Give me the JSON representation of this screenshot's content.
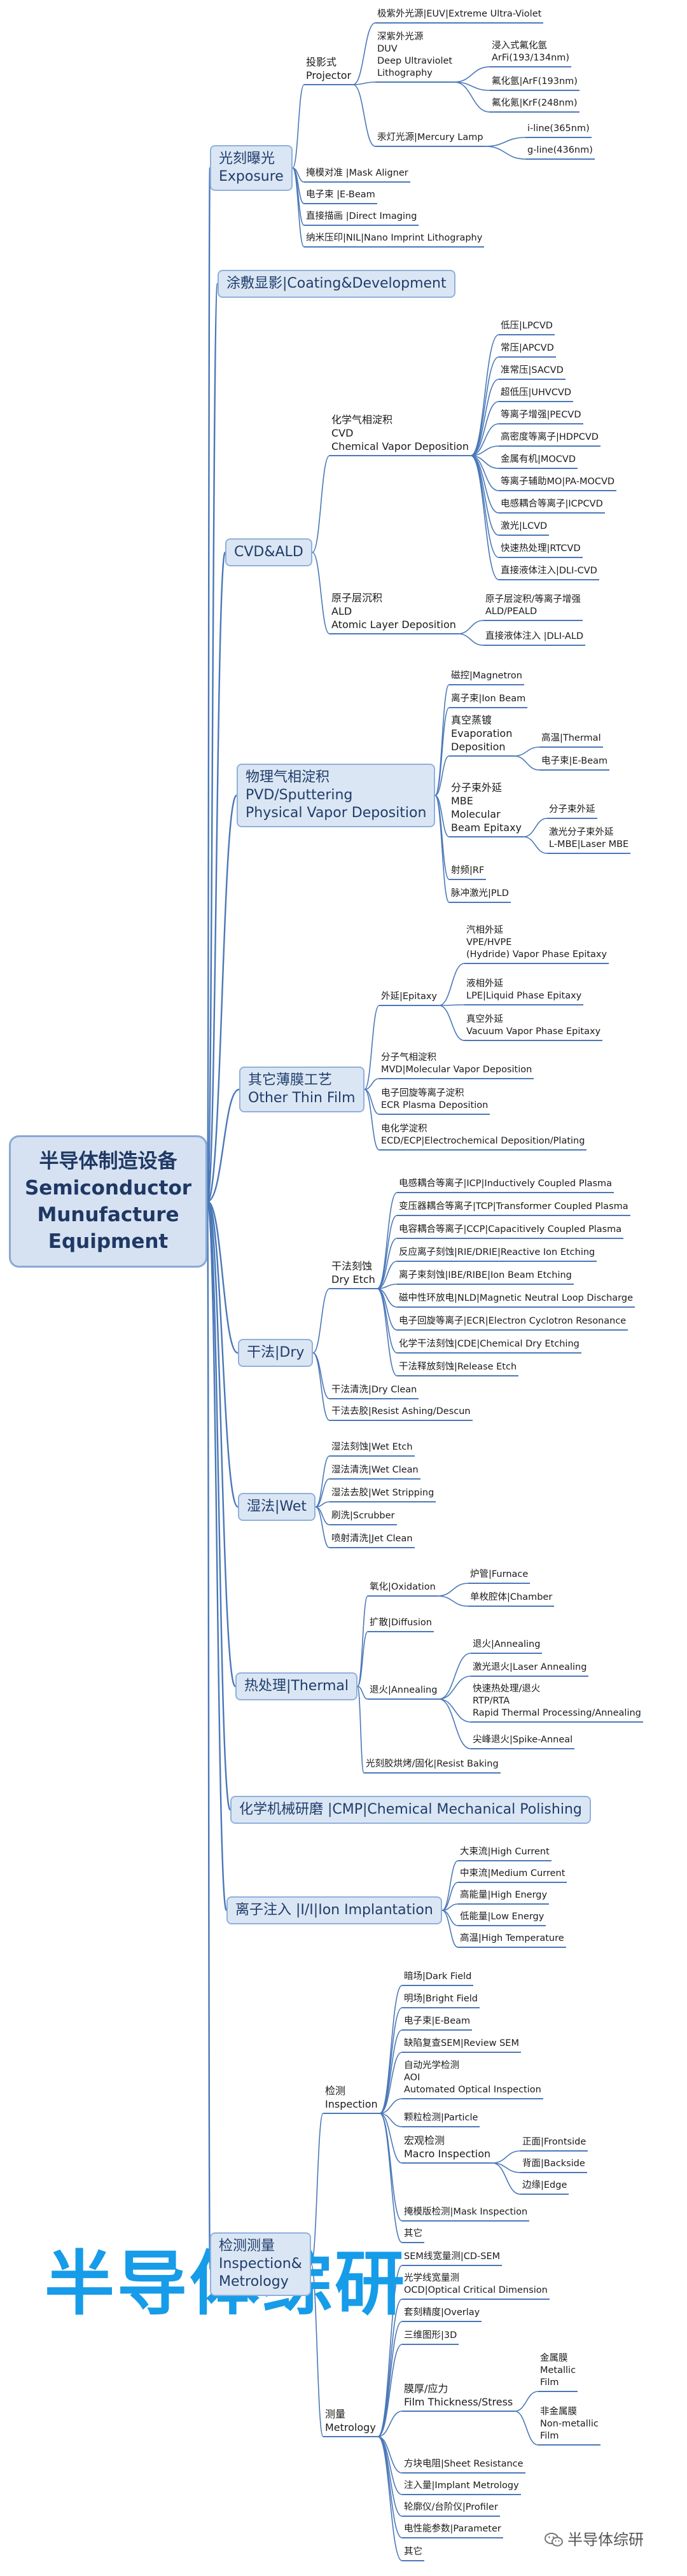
{
  "root": {
    "title": "半导体制造设备\nSemiconductor\nMunufacture\nEquipment"
  },
  "watermark": {
    "text": "半导体综研",
    "brand": "半导体综研"
  },
  "colors": {
    "line": "#4a78b8",
    "root_fill": "#d6e2f2",
    "branch_fill": "#dbe6f4",
    "watermark": "#169ce8"
  },
  "branches": [
    {
      "label": "光刻曝光\nExposure",
      "children": [
        {
          "label": "投影式\nProjector",
          "children": [
            {
              "label": "极紫外光源|EUV|Extreme Ultra-Violet"
            },
            {
              "label": "深紫外光源\nDUV\nDeep Ultraviolet\nLithography",
              "children": [
                {
                  "label": "浸入式氟化氩\nArFi(193/134nm)"
                },
                {
                  "label": "氟化氩|ArF(193nm)"
                },
                {
                  "label": "氟化氪|KrF(248nm)"
                }
              ]
            },
            {
              "label": "汞灯光源|Mercury Lamp",
              "children": [
                {
                  "label": "i-line(365nm)"
                },
                {
                  "label": "g-line(436nm)"
                }
              ]
            }
          ]
        },
        {
          "label": "掩模对准 |Mask Aligner"
        },
        {
          "label": "电子束 |E-Beam"
        },
        {
          "label": "直接描画 |Direct Imaging"
        },
        {
          "label": "纳米压印|NIL|Nano Imprint Lithography"
        }
      ]
    },
    {
      "label": "涂敷显影|Coating&Development"
    },
    {
      "label": "CVD&ALD",
      "children": [
        {
          "label": "化学气相淀积\nCVD\nChemical Vapor Deposition",
          "children": [
            {
              "label": "低压|LPCVD"
            },
            {
              "label": "常压|APCVD"
            },
            {
              "label": "准常压|SACVD"
            },
            {
              "label": "超低压|UHVCVD"
            },
            {
              "label": "等离子增强|PECVD"
            },
            {
              "label": "高密度等离子|HDPCVD"
            },
            {
              "label": "金属有机|MOCVD"
            },
            {
              "label": "等离子辅助MO|PA-MOCVD"
            },
            {
              "label": "电感耦合等离子|ICPCVD"
            },
            {
              "label": "激光|LCVD"
            },
            {
              "label": "快速热处理|RTCVD"
            },
            {
              "label": "直接液体注入|DLI-CVD"
            }
          ]
        },
        {
          "label": "原子层沉积\nALD\nAtomic Layer Deposition",
          "children": [
            {
              "label": "原子层淀积/等离子增强\nALD/PEALD"
            },
            {
              "label": "直接液体注入 |DLI-ALD"
            }
          ]
        }
      ]
    },
    {
      "label": "物理气相淀积\nPVD/Sputtering\nPhysical Vapor Deposition",
      "children": [
        {
          "label": "磁控|Magnetron"
        },
        {
          "label": "离子束|Ion Beam"
        },
        {
          "label": "真空蒸镀\nEvaporation\nDeposition",
          "children": [
            {
              "label": "高温|Thermal"
            },
            {
              "label": "电子束|E-Beam"
            }
          ]
        },
        {
          "label": "分子束外延\nMBE\nMolecular\nBeam Epitaxy",
          "children": [
            {
              "label": "分子束外延"
            },
            {
              "label": "激光分子束外延\nL-MBE|Laser MBE"
            }
          ]
        },
        {
          "label": "射频|RF"
        },
        {
          "label": "脉冲激光|PLD"
        }
      ]
    },
    {
      "label": "其它薄膜工艺\nOther Thin Film",
      "children": [
        {
          "label": "外延|Epitaxy",
          "children": [
            {
              "label": "汽相外延\nVPE/HVPE\n(Hydride) Vapor Phase Epitaxy"
            },
            {
              "label": "液相外延\nLPE|Liquid Phase Epitaxy"
            },
            {
              "label": "真空外延\nVacuum Vapor Phase Epitaxy"
            }
          ]
        },
        {
          "label": "分子气相淀积\nMVD|Molecular Vapor Deposition"
        },
        {
          "label": "电子回旋等离子淀积\nECR Plasma Deposition"
        },
        {
          "label": "电化学淀积\nECD/ECP|Electrochemical Deposition/Plating"
        }
      ]
    },
    {
      "label": "干法|Dry",
      "children": [
        {
          "label": "干法刻蚀\nDry Etch",
          "children": [
            {
              "label": "电感耦合等离子|ICP|Inductively Coupled Plasma"
            },
            {
              "label": "变压器耦合等离子|TCP|Transformer Coupled Plasma"
            },
            {
              "label": "电容耦合等离子|CCP|Capacitively Coupled Plasma"
            },
            {
              "label": "反应离子刻蚀|RIE/DRIE|Reactive Ion Etching"
            },
            {
              "label": "离子束刻蚀|IBE/RIBE|Ion Beam Etching"
            },
            {
              "label": "磁中性环放电|NLD|Magnetic Neutral Loop Discharge"
            },
            {
              "label": "电子回旋等离子|ECR|Electron Cyclotron Resonance"
            },
            {
              "label": "化学干法刻蚀|CDE|Chemical Dry Etching"
            },
            {
              "label": "干法释放刻蚀|Release Etch"
            }
          ]
        },
        {
          "label": "干法清洗|Dry Clean"
        },
        {
          "label": "干法去胶|Resist Ashing/Descun"
        }
      ]
    },
    {
      "label": "湿法|Wet",
      "children": [
        {
          "label": "湿法刻蚀|Wet Etch"
        },
        {
          "label": "湿法清洗|Wet Clean"
        },
        {
          "label": "湿法去胶|Wet Stripping"
        },
        {
          "label": "刷洗|Scrubber"
        },
        {
          "label": "喷射清洗|Jet Clean"
        }
      ]
    },
    {
      "label": "热处理|Thermal",
      "children": [
        {
          "label": "氧化|Oxidation",
          "children": [
            {
              "label": "炉管|Furnace"
            },
            {
              "label": "单枚腔体|Chamber"
            }
          ]
        },
        {
          "label": "扩散|Diffusion"
        },
        {
          "label": "退火|Annealing",
          "children": [
            {
              "label": "退火|Annealing"
            },
            {
              "label": "激光退火|Laser Annealing"
            },
            {
              "label": "快速热处理/退火\nRTP/RTA\nRapid Thermal Processing/Annealing"
            },
            {
              "label": "尖峰退火|Spike-Anneal"
            }
          ]
        },
        {
          "label": "光刻胶烘烤/固化|Resist Baking"
        }
      ]
    },
    {
      "label": "化学机械研磨 |CMP|Chemical Mechanical Polishing"
    },
    {
      "label": "离子注入 |I/I|Ion Implantation",
      "children": [
        {
          "label": "大束流|High Current"
        },
        {
          "label": "中束流|Medium Current"
        },
        {
          "label": "高能量|High Energy"
        },
        {
          "label": "低能量|Low Energy"
        },
        {
          "label": "高温|High Temperature"
        }
      ]
    },
    {
      "label": "检测测量\nInspection&\nMetrology",
      "children": [
        {
          "label": "检测\nInspection",
          "children": [
            {
              "label": "暗场|Dark Field"
            },
            {
              "label": "明场|Bright Field"
            },
            {
              "label": "电子束|E-Beam"
            },
            {
              "label": "缺陷复查SEM|Review SEM"
            },
            {
              "label": "自动光学检测\nAOI\nAutomated Optical Inspection"
            },
            {
              "label": "颗粒检测|Particle"
            },
            {
              "label": "宏观检测\nMacro Inspection",
              "children": [
                {
                  "label": "正面|Frontside"
                },
                {
                  "label": "背面|Backside"
                },
                {
                  "label": "边缘|Edge"
                }
              ]
            },
            {
              "label": "掩模版检测|Mask Inspection"
            },
            {
              "label": "其它"
            }
          ]
        },
        {
          "label": "测量\nMetrology",
          "children": [
            {
              "label": "SEM线宽量测|CD-SEM"
            },
            {
              "label": "光学线宽量测\nOCD|Optical Critical Dimension"
            },
            {
              "label": "套刻精度|Overlay"
            },
            {
              "label": "三维图形|3D"
            },
            {
              "label": "膜厚/应力\nFilm Thickness/Stress",
              "children": [
                {
                  "label": "金属膜\nMetallic\nFilm"
                },
                {
                  "label": "非金属膜\nNon-metallic\nFilm"
                }
              ]
            },
            {
              "label": "方块电阻|Sheet Resistance"
            },
            {
              "label": "注入量|Implant Metrology"
            },
            {
              "label": "轮廓仪/台阶仪|Profiler"
            },
            {
              "label": "电性能参数|Parameter"
            },
            {
              "label": "其它"
            }
          ]
        }
      ]
    }
  ]
}
